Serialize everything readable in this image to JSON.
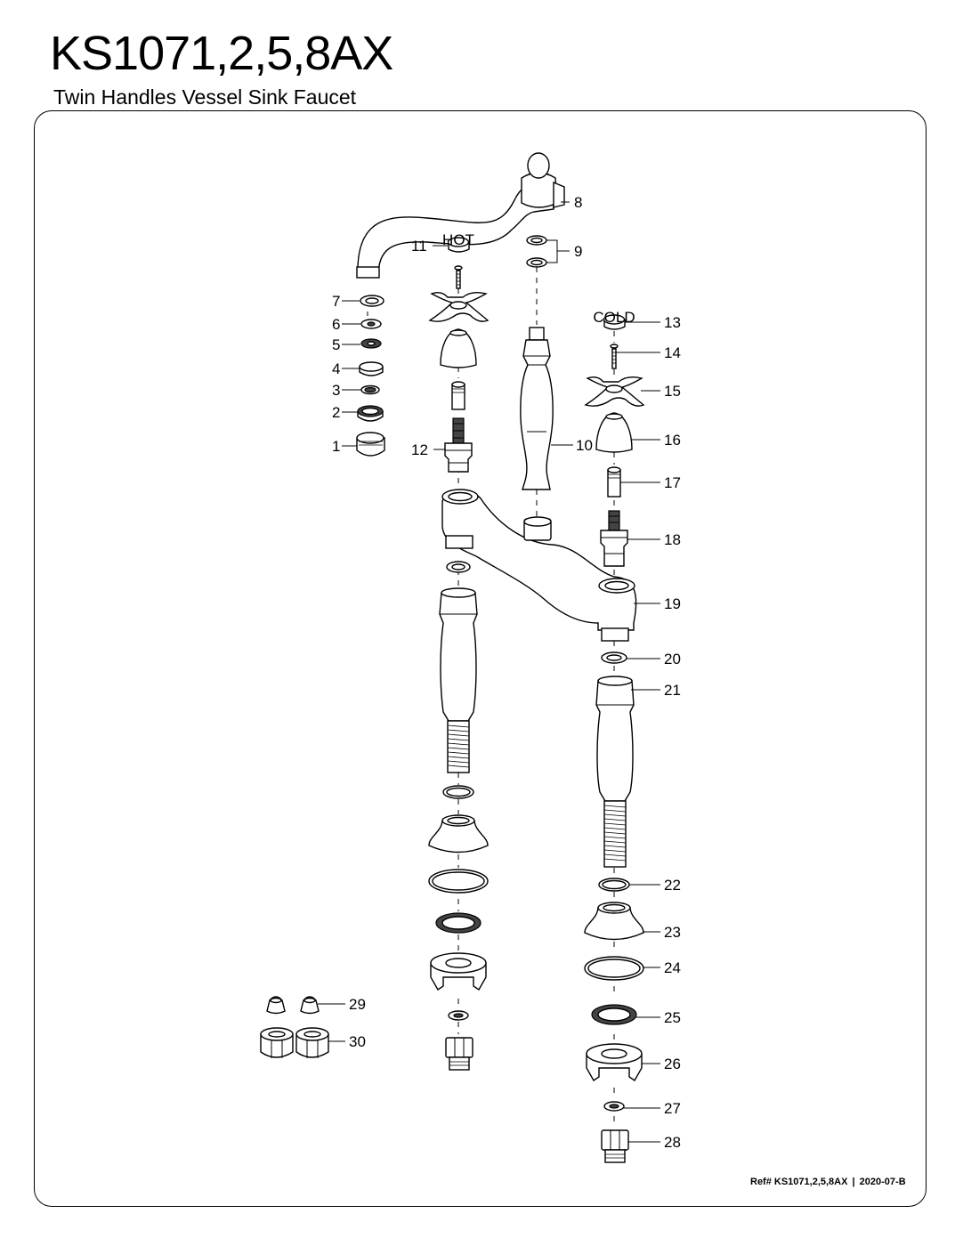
{
  "header": {
    "title": "KS1071,2,5,8AX",
    "subtitle": "Twin Handles Vessel Sink Faucet"
  },
  "footer": {
    "ref": "Ref# KS1071,2,5,8AX",
    "separator": "|",
    "date_code": "2020-07-B"
  },
  "callouts": {
    "c1": "1",
    "c2": "2",
    "c3": "3",
    "c4": "4",
    "c5": "5",
    "c6": "6",
    "c7": "7",
    "c8": "8",
    "c9": "9",
    "c10": "10",
    "c11": "11",
    "c12": "12",
    "c13": "13",
    "c14": "14",
    "c15": "15",
    "c16": "16",
    "c17": "17",
    "c18": "18",
    "c19": "19",
    "c20": "20",
    "c21": "21",
    "c22": "22",
    "c23": "23",
    "c24": "24",
    "c25": "25",
    "c26": "26",
    "c27": "27",
    "c28": "28",
    "c29": "29",
    "c30": "30"
  },
  "cap_labels": {
    "hot": "HOT",
    "cold": "COLD"
  }
}
